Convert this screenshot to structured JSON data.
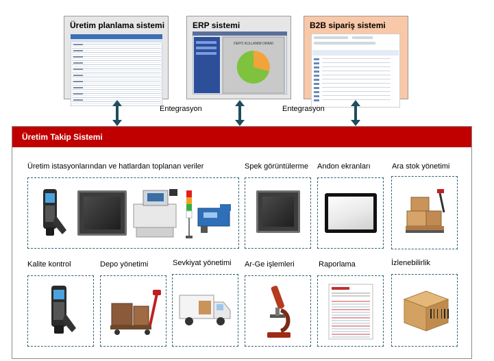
{
  "top_systems": {
    "production_planning": {
      "title": "Üretim planlama sistemi"
    },
    "erp": {
      "title": "ERP sistemi",
      "chart_caption": "DEPO KULLANIM ORANI"
    },
    "b2b": {
      "title": "B2B sipariş sistemi"
    }
  },
  "integration_labels": [
    "Entegrasyon",
    "Entegrasyon"
  ],
  "main": {
    "title": "Üretim Takip Sistemi",
    "modules": [
      {
        "label": "Üretim istasyonlarından ve hatlardan toplanan veriler",
        "icon": "data-collection-devices-icon"
      },
      {
        "label": "Spek görüntülerme",
        "icon": "panel-monitor-icon"
      },
      {
        "label": "Andon ekranları",
        "icon": "andon-screen-icon"
      },
      {
        "label": "Ara stok yönetimi",
        "icon": "pallet-truck-icon"
      },
      {
        "label": "Kalite kontrol",
        "icon": "handheld-scanner-icon"
      },
      {
        "label": "Depo yönetimi",
        "icon": "pallet-truck-icon"
      },
      {
        "label": "Sevkiyat yönetimi",
        "icon": "delivery-truck-icon"
      },
      {
        "label": "Ar-Ge işlemleri",
        "icon": "microscope-icon"
      },
      {
        "label": "Raporlama",
        "icon": "report-document-icon"
      },
      {
        "label": "İzlenebilirlik",
        "icon": "barcode-box-icon"
      }
    ]
  },
  "colors": {
    "header_red": "#c00000",
    "arrow": "#1f4e5c",
    "b2b_bg": "#f8c8a8",
    "box_bg": "#e8e8e8"
  }
}
